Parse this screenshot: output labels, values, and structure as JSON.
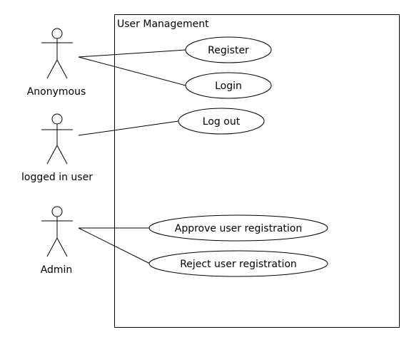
{
  "system": {
    "title": "User Management"
  },
  "actors": {
    "anonymous": "Anonymous",
    "logged_in": "logged in user",
    "admin": "Admin"
  },
  "use_cases": {
    "register": "Register",
    "login": "Login",
    "logout": "Log out",
    "approve": "Approve user registration",
    "reject": "Reject user registration"
  },
  "colors": {
    "stroke": "#000000",
    "background": "#ffffff"
  }
}
